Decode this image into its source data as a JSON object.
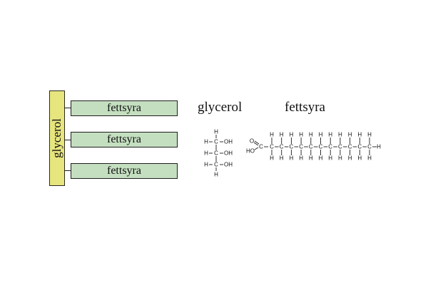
{
  "schematic": {
    "backbone_label": "glycerol",
    "chain_labels": [
      "fettsyra",
      "fettsyra",
      "fettsyra"
    ],
    "colors": {
      "backbone": "#e7e57e",
      "chain": "#c4dfc0",
      "outline": "#1e1e1e"
    }
  },
  "headings": {
    "glycerol": "glycerol",
    "fatty_acid": "fettsyra"
  },
  "glycerol_structure": {
    "rows": [
      {
        "left": "H",
        "center": "C",
        "right": "OH"
      },
      {
        "left": "H",
        "center": "C",
        "right": "OH"
      },
      {
        "left": "H",
        "center": "C",
        "right": "OH"
      }
    ],
    "top_atom": "H",
    "bottom_atom": "H"
  },
  "fatty_acid_structure": {
    "carbonyl_o": "O",
    "acid_group": "HO",
    "acid_carbon": "C",
    "chain_carbons": 11,
    "carbon": "C",
    "hydrogen": "H",
    "terminal_h": "H"
  }
}
